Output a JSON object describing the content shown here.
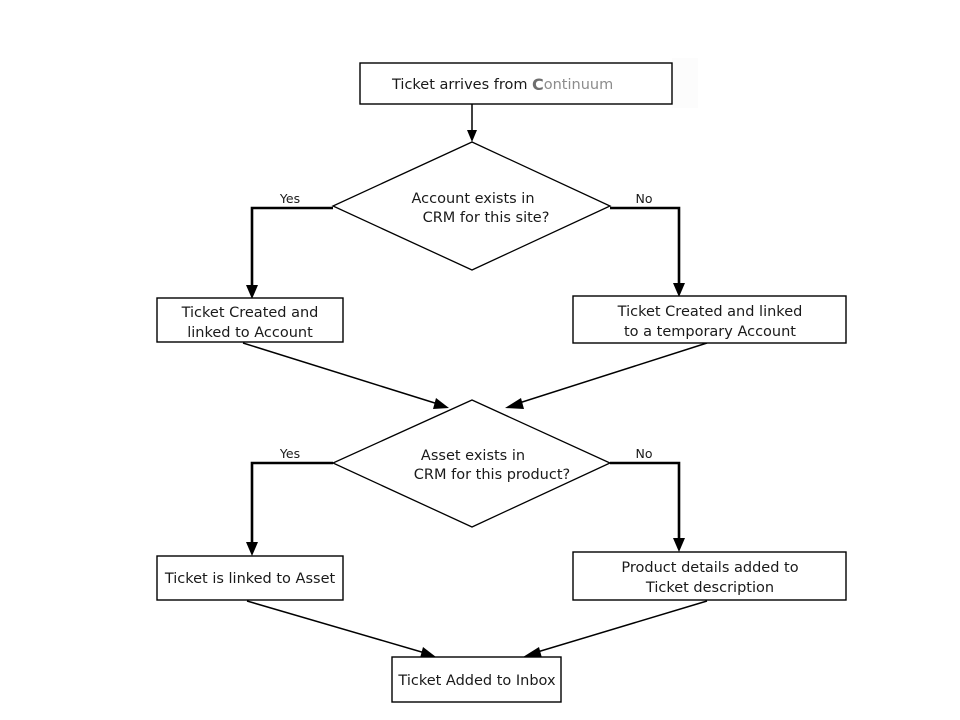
{
  "diagram": {
    "title": "Ticket intake and CRM linking flowchart",
    "background_color": "#ffffff",
    "line_color": "#000000",
    "text_color": "#1a1a1a",
    "brand_color": "#8c8c8c",
    "nodes": {
      "start": {
        "type": "process",
        "label_prefix": "Ticket arrives from",
        "brand_initial": "C",
        "brand_rest": "ontinuum"
      },
      "decision_account": {
        "type": "decision",
        "line1": "Account exists in",
        "line2": "CRM for this site?"
      },
      "ticket_account": {
        "type": "process",
        "line1": "Ticket Created and",
        "line2": "linked to Account"
      },
      "ticket_temp_account": {
        "type": "process",
        "line1": "Ticket Created and linked",
        "line2": "to a temporary Account"
      },
      "decision_asset": {
        "type": "decision",
        "line1": "Asset exists in",
        "line2": "CRM for this product?"
      },
      "ticket_asset": {
        "type": "process",
        "line1": "Ticket is linked to Asset"
      },
      "product_details": {
        "type": "process",
        "line1": "Product details added to",
        "line2": "Ticket description"
      },
      "ticket_inbox": {
        "type": "process",
        "line1": "Ticket Added to Inbox"
      }
    },
    "edge_labels": {
      "account_yes": "Yes",
      "account_no": "No",
      "asset_yes": "Yes",
      "asset_no": "No"
    }
  }
}
